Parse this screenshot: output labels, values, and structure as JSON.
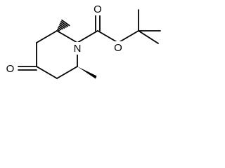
{
  "molecule": {
    "atoms": {
      "oxygen_carbonyl_ring": "O",
      "nitrogen": "N",
      "oxygen_carbonyl_ester": "O",
      "oxygen_ester": "O"
    }
  },
  "colors": {
    "bond": "#000000",
    "label": "#000000",
    "background": "#ffffff"
  }
}
